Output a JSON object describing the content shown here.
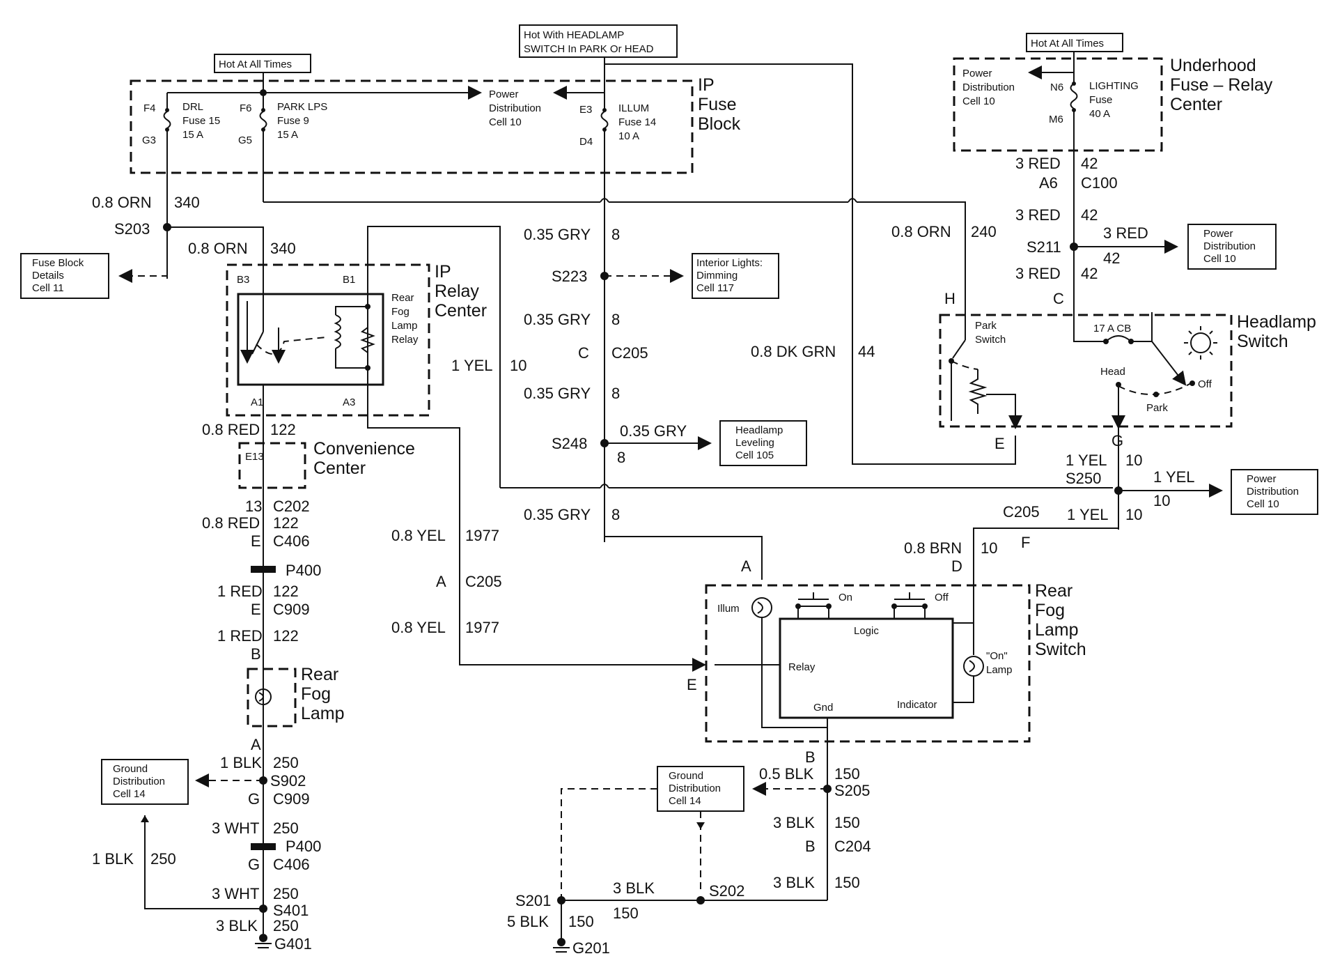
{
  "labels": {
    "hot_all_times_left": "Hot At All Times",
    "hot_headlamp_1": "Hot With HEADLAMP",
    "hot_headlamp_2": "SWITCH In PARK Or HEAD",
    "hot_all_times_right": "Hot At All Times",
    "ip_fuse_block": [
      "IP",
      "Fuse",
      "Block"
    ],
    "underhood": [
      "Underhood",
      "Fuse – Relay",
      "Center"
    ],
    "ip_relay_center": [
      "IP",
      "Relay",
      "Center"
    ],
    "rear_fog_lamp_relay": [
      "Rear",
      "Fog",
      "Lamp",
      "Relay"
    ],
    "convenience_center": [
      "Convenience",
      "Center"
    ],
    "rear_fog_lamp": [
      "Rear",
      "Fog",
      "Lamp"
    ],
    "headlamp_switch": [
      "Headlamp",
      "Switch"
    ],
    "rear_fog_lamp_switch": [
      "Rear",
      "Fog",
      "Lamp",
      "Switch"
    ]
  },
  "fuses": {
    "drl": [
      "DRL",
      "Fuse 15",
      "15 A"
    ],
    "park": [
      "PARK LPS",
      "Fuse 9",
      "15 A"
    ],
    "illum": [
      "ILLUM",
      "Fuse 14",
      "10 A"
    ],
    "lighting": [
      "LIGHTING",
      "Fuse",
      "40 A"
    ]
  },
  "terminals": {
    "f4": "F4",
    "g3": "G3",
    "f6": "F6",
    "g5": "G5",
    "e3": "E3",
    "d4": "D4",
    "n6": "N6",
    "m6": "M6",
    "b3": "B3",
    "b1": "B1",
    "a1": "A1",
    "a3": "A3",
    "e13": "E13",
    "h": "H",
    "c_hs": "C",
    "e_hs": "E",
    "g_hs": "G",
    "a_sw": "A",
    "d_sw": "D",
    "e_sw": "E",
    "b_sw": "B"
  },
  "boxes": {
    "power_dist_top": [
      "Power",
      "Distribution",
      "Cell 10"
    ],
    "power_dist_uh": [
      "Power",
      "Distribution",
      "Cell 10"
    ],
    "power_dist_s211": [
      "Power",
      "Distribution",
      "Cell 10"
    ],
    "power_dist_s250": [
      "Power",
      "Distribution",
      "Cell 10"
    ],
    "fuse_block_details": [
      "Fuse Block",
      "Details",
      "Cell 11"
    ],
    "interior_lights": [
      "Interior Lights:",
      "Dimming",
      "Cell 117"
    ],
    "headlamp_leveling": [
      "Headlamp",
      "Leveling",
      "Cell 105"
    ],
    "ground_dist_left": [
      "Ground",
      "Distribution",
      "Cell 14"
    ],
    "ground_dist_mid": [
      "Ground",
      "Distribution",
      "Cell 14"
    ]
  },
  "switch_text": {
    "park_switch": [
      "Park",
      "Switch"
    ],
    "cb": "17 A CB",
    "head": "Head",
    "park": "Park",
    "off": "Off",
    "illum": "Illum",
    "on": "On",
    "off2": "Off",
    "logic": "Logic",
    "relay": "Relay",
    "gnd": "Gnd",
    "indicator": "Indicator",
    "on_lamp": [
      "\"On\"",
      "Lamp"
    ]
  },
  "wires": {
    "orn340_a": "0.8 ORN",
    "n340_a": "340",
    "orn340_b": "0.8 ORN",
    "n340_b": "340",
    "s203": "S203",
    "red122_a": "0.8 RED",
    "n122_a": "122",
    "c202_a": "13",
    "c202": "C202",
    "red122_b": "0.8 RED",
    "n122_b": "122",
    "c406_a": "E",
    "c406": "C406",
    "p400_a": "P400",
    "red122_c": "1 RED",
    "n122_c": "122",
    "c909_a": "E",
    "c909": "C909",
    "red122_d": "1 RED",
    "n122_d": "122",
    "b_fog": "B",
    "a_fog": "A",
    "blk250_a": "1 BLK",
    "n250_a": "250",
    "s902": "S902",
    "c909_b_a": "G",
    "c909_b": "C909",
    "wht250_a": "3 WHT",
    "n250_b": "250",
    "p400_b": "P400",
    "c406_b_a": "G",
    "c406_b": "C406",
    "wht250_b": "3 WHT",
    "n250_c": "250",
    "s401": "S401",
    "blk250_b": "3 BLK",
    "n250_d": "250",
    "g401": "G401",
    "blk250_c": "1 BLK",
    "n250_e": "250",
    "yel10_a": "1 YEL",
    "n10_a": "10",
    "yel1977_a": "0.8 YEL",
    "n1977_a": "1977",
    "c205_a_pin": "A",
    "c205_a": "C205",
    "yel1977_b": "0.8 YEL",
    "n1977_b": "1977",
    "gry8_a": "0.35 GRY",
    "n8_a": "8",
    "s223": "S223",
    "gry8_b": "0.35 GRY",
    "n8_b": "8",
    "c205_c_pin": "C",
    "c205_c": "C205",
    "gry8_c": "0.35 GRY",
    "n8_c": "8",
    "s248": "S248",
    "gry8_d": "0.35 GRY",
    "n8_d": "8",
    "gry8_e": "0.35 GRY",
    "n8_e": "8",
    "dkgrn44": "0.8 DK GRN",
    "n44": "44",
    "orn240": "0.8 ORN",
    "n240": "240",
    "red42_a": "3 RED",
    "n42_a": "42",
    "a6": "A6",
    "c100": "C100",
    "red42_b": "3 RED",
    "n42_b": "42",
    "s211": "S211",
    "red42_c": "3 RED",
    "n42_c": "42",
    "red42_d": "3 RED",
    "n42_d": "42",
    "yel10_b": "1 YEL",
    "n10_b": "10",
    "s250": "S250",
    "yel10_c": "1 YEL",
    "n10_c": "10",
    "c205_f_a": "C205",
    "yel10_d": "1 YEL",
    "n10_d": "10",
    "f_pin": "F",
    "brn10": "0.8 BRN",
    "n10_e": "10",
    "blk150_a": "0.5 BLK",
    "n150_a": "150",
    "s205": "S205",
    "blk150_b": "3 BLK",
    "n150_b": "150",
    "c204_pin": "B",
    "c204": "C204",
    "blk150_c": "3 BLK",
    "n150_c": "150",
    "s202": "S202",
    "blk150_d": "3 BLK",
    "n150_d": "150",
    "s201": "S201",
    "blk150_e": "5 BLK",
    "n150_e": "150",
    "g201": "G201"
  }
}
